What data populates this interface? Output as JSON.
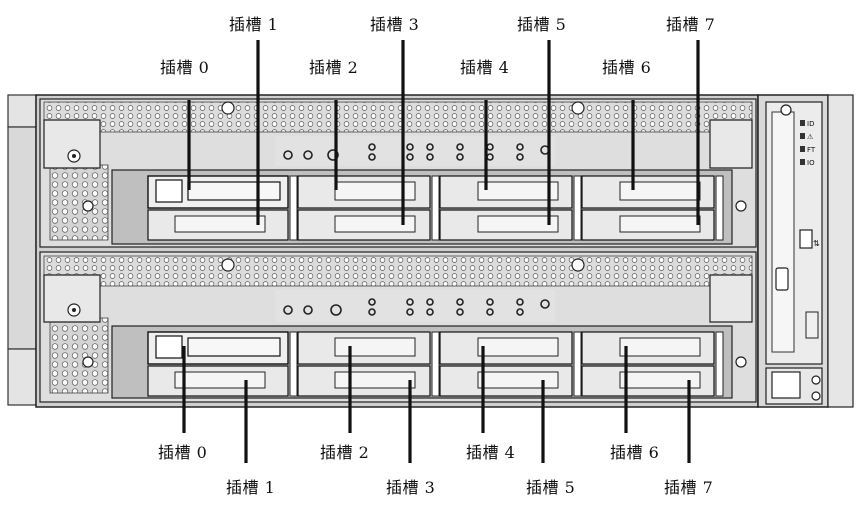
{
  "labels": {
    "top": {
      "slot1": "插槽 1",
      "slot3": "插槽 3",
      "slot5": "插槽 5",
      "slot7": "插槽 7",
      "slot0": "插槽 0",
      "slot2": "插槽 2",
      "slot4": "插槽 4",
      "slot6": "插槽 6"
    },
    "bottom": {
      "slot0": "插槽 0",
      "slot2": "插槽 2",
      "slot4": "插槽 4",
      "slot6": "插槽 6",
      "slot1": "插槽 1",
      "slot3": "插槽 3",
      "slot5": "插槽 5",
      "slot7": "插槽 7"
    }
  },
  "panel_text": {
    "led_id": "ID",
    "led_x": "⚠",
    "led_ft": "FT",
    "led_io": "IO",
    "usb_symbol": "⇅"
  },
  "colors": {
    "line": "#111111",
    "metal": "#d7d7d7",
    "metal_dark": "#8a8a8a",
    "bay": "#e9e9e9"
  }
}
